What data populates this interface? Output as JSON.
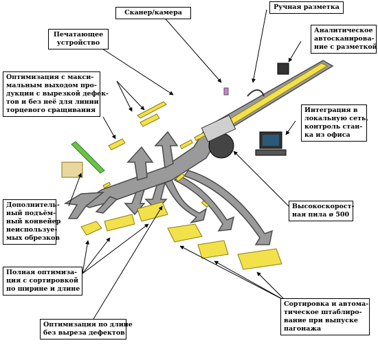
{
  "labels": {
    "scanner": "Сканер/камера",
    "marking": "Ручная разметка",
    "printer": [
      "Печатающее",
      "устройство"
    ],
    "auto_scan": [
      "Аналитическое",
      "автосканирова-",
      "ние с разметкой"
    ],
    "optimization_max": [
      "Оптимизация с макси-",
      "мальным выходом про-",
      "дукции с вырезкой дефек-",
      "тов и без неё для линии",
      "торцевого сращивания"
    ],
    "network": [
      "Интеграция в",
      "локальную сеть,",
      "контроль стан-",
      "ка из офиса"
    ],
    "extra_conveyor": [
      "Дополнитель-",
      "ный подъём-",
      "ный конвейер",
      "неиспользуе-",
      "мых обрезков"
    ],
    "saw": [
      "Высокоскорост-",
      "ная пила ø 500"
    ],
    "full_opt": [
      "Полная оптимиза-",
      "ция с сортировкой",
      "по ширине и длине"
    ],
    "sorting": [
      "Сортировка и автома-",
      "тическое штаблиро-",
      "вание при выпуске",
      "пагонажа"
    ],
    "length_opt": [
      "Оптимизация по длине",
      "без выреза дефектов"
    ]
  },
  "colors": {
    "conveyor": "#9a9a9a",
    "conveyor_edge": "#4a4a4a",
    "wood": "#f2e14a",
    "wood_edge": "#8a7a10",
    "lift": "#6cc24a",
    "pointer": "#000000"
  }
}
